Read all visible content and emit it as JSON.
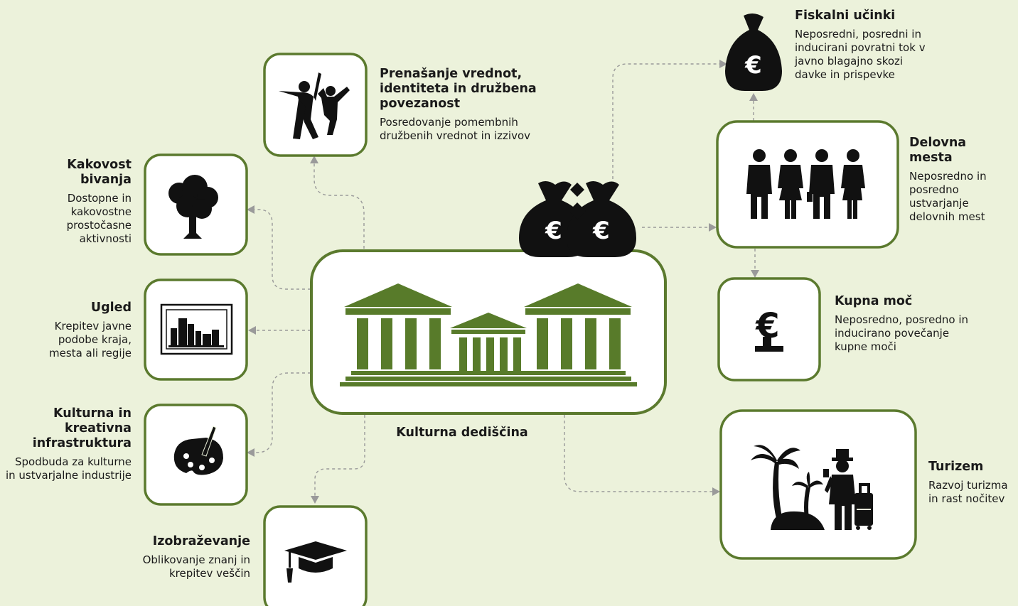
{
  "center": {
    "label": "Kulturna dediščina"
  },
  "items": {
    "prenasanje": {
      "title": "Prenašanje vrednot, identiteta in družbena povezanost",
      "desc": "Posredovanje pomembnih družbenih vrednot in izzivov"
    },
    "kakovost": {
      "title": "Kakovost bivanja",
      "desc": "Dostopne in kakovostne prostočasne aktivnosti"
    },
    "ugled": {
      "title": "Ugled",
      "desc": "Krepitev javne podobe kraja, mesta ali regije"
    },
    "kulturna": {
      "title": "Kulturna in kreativna infrastruktura",
      "desc": "Spodbuda za kulturne in ustvarjalne industrije"
    },
    "izobrazevanje": {
      "title": "Izobraževanje",
      "desc": "Oblikovanje znanj in krepitev veščin"
    },
    "fiskalni": {
      "title": "Fiskalni učinki",
      "desc": "Neposredni, posredni in inducirani povratni tok v javno blagajno skozi davke in prispevke"
    },
    "delovna": {
      "title": "Delovna mesta",
      "desc": "Neposredno in posredno ustvarjanje delovnih mest"
    },
    "kupna": {
      "title": "Kupna moč",
      "desc": "Neposredno, posredno in inducirano povečanje kupne moči"
    },
    "turizem": {
      "title": "Turizem",
      "desc": "Razvoj turizma in rast nočitev"
    }
  },
  "icons": {
    "center": "classical-buildings-icon",
    "money": "money-bags-icon",
    "fiskalni": "euro-money-bag-icon",
    "prenasanje": "dancing-people-icon",
    "kakovost": "tree-icon",
    "ugled": "city-picture-icon",
    "kulturna": "paint-palette-icon",
    "izobrazevanje": "graduation-cap-icon",
    "delovna": "workers-icon",
    "kupna": "euro-stand-icon",
    "turizem": "tourist-palm-icon"
  },
  "colors": {
    "background": "#ecf2db",
    "border": "#5b7a2e",
    "building": "#587b2a",
    "connector": "#9a9a9a",
    "icon": "#111111"
  }
}
